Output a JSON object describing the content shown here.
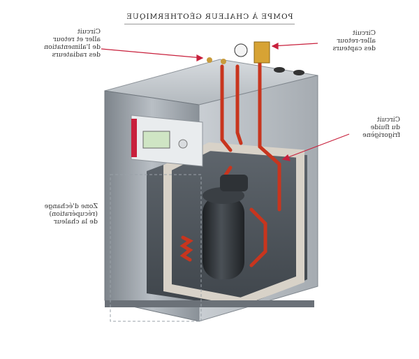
{
  "title": "POMPE À CHALEUR GÉOTHERMIQUE",
  "labels": {
    "radiator_circuit": "Circuit\naller et retour\nde l'alimentation\ndes radiateurs",
    "collector_circuit": "Circuit\naller-retour\ndes capteurs",
    "refrigerant_circuit": "Circuit\ndu fluide\nfrigorigène",
    "exchange_zone": "Zone d'échange\n(récupération)\nde la chaleur"
  },
  "colors": {
    "callout": "#c8203c",
    "cabinet": "#9aa1a8",
    "pipes": "#c8351e",
    "compressor": "#2b2f33",
    "insulation": "#d8d2c8"
  }
}
